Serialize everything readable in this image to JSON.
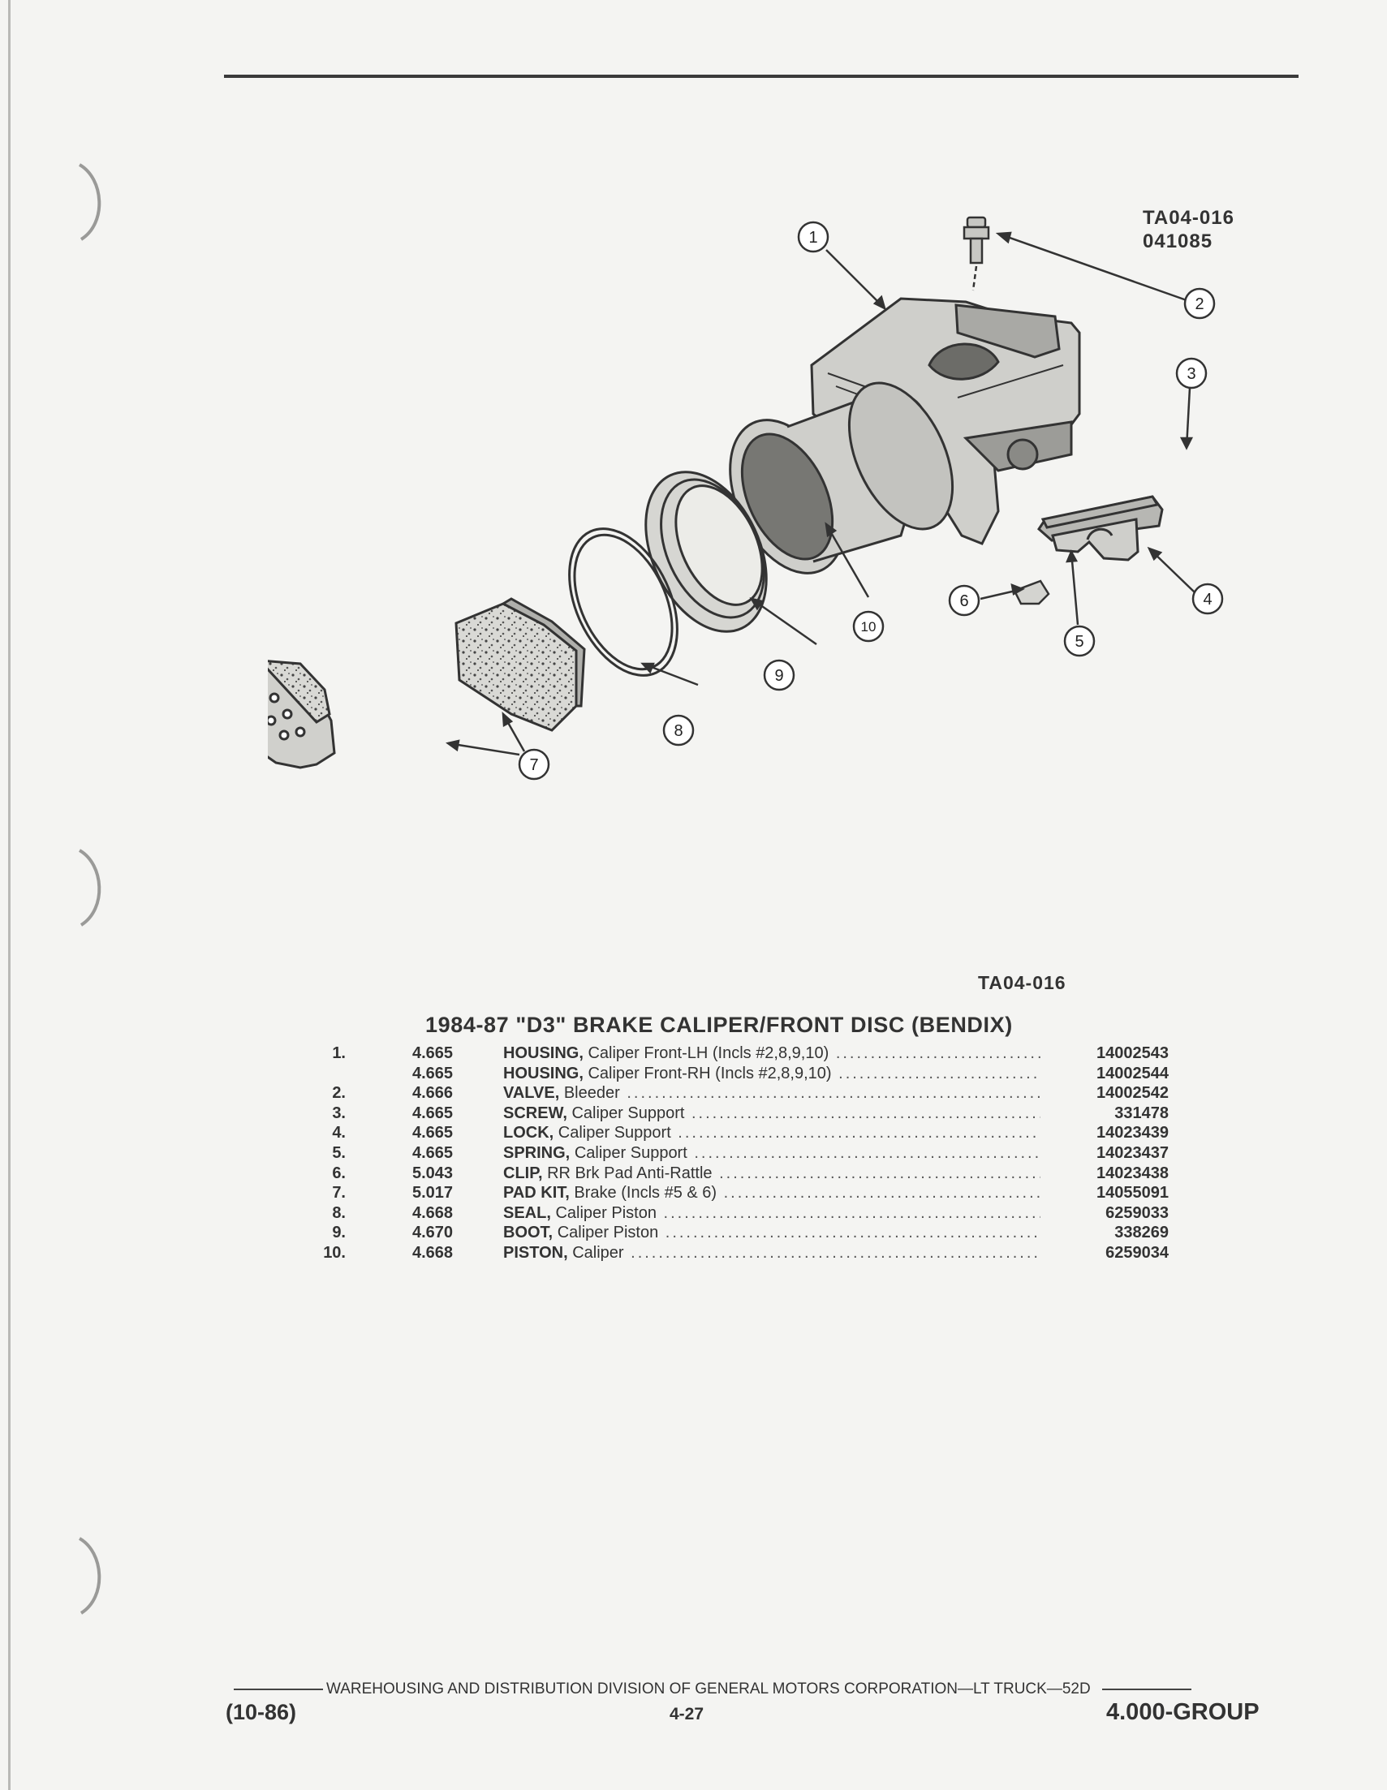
{
  "drawing": {
    "code_line1": "TA04-016",
    "code_line2": "041085",
    "callouts": [
      "1",
      "2",
      "3",
      "4",
      "5",
      "6",
      "7",
      "8",
      "9",
      "10"
    ],
    "bolt_label": "10"
  },
  "figure_ref": "TA04-016",
  "section_title": "1984-87 \"D3\" BRAKE CALIPER/FRONT DISC (BENDIX)",
  "parts": [
    {
      "num": "1.",
      "group": "4.665",
      "name": "HOUSING,",
      "desc": "Caliper Front-LH (Incls #2,8,9,10)",
      "part_no": "14002543"
    },
    {
      "num": "",
      "group": "4.665",
      "name": "HOUSING,",
      "desc": "Caliper Front-RH (Incls #2,8,9,10)",
      "part_no": "14002544"
    },
    {
      "num": "2.",
      "group": "4.666",
      "name": "VALVE,",
      "desc": "Bleeder",
      "part_no": "14002542"
    },
    {
      "num": "3.",
      "group": "4.665",
      "name": "SCREW,",
      "desc": "Caliper Support",
      "part_no": "331478"
    },
    {
      "num": "4.",
      "group": "4.665",
      "name": "LOCK,",
      "desc": "Caliper Support",
      "part_no": "14023439"
    },
    {
      "num": "5.",
      "group": "4.665",
      "name": "SPRING,",
      "desc": "Caliper Support",
      "part_no": "14023437"
    },
    {
      "num": "6.",
      "group": "5.043",
      "name": "CLIP,",
      "desc": "RR Brk Pad Anti-Rattle",
      "part_no": "14023438"
    },
    {
      "num": "7.",
      "group": "5.017",
      "name": "PAD KIT,",
      "desc": "Brake (Incls #5 & 6)",
      "part_no": "14055091"
    },
    {
      "num": "8.",
      "group": "4.668",
      "name": "SEAL,",
      "desc": "Caliper Piston",
      "part_no": "6259033"
    },
    {
      "num": "9.",
      "group": "4.670",
      "name": "BOOT,",
      "desc": "Caliper Piston",
      "part_no": "338269"
    },
    {
      "num": "10.",
      "group": "4.668",
      "name": "PISTON,",
      "desc": "Caliper",
      "part_no": "6259034"
    }
  ],
  "footer": {
    "line": "WAREHOUSING AND DISTRIBUTION  DIVISION OF GENERAL MOTORS CORPORATION—LT TRUCK—52D",
    "date": "(10-86)",
    "page": "4-27",
    "group": "4.000-GROUP"
  }
}
